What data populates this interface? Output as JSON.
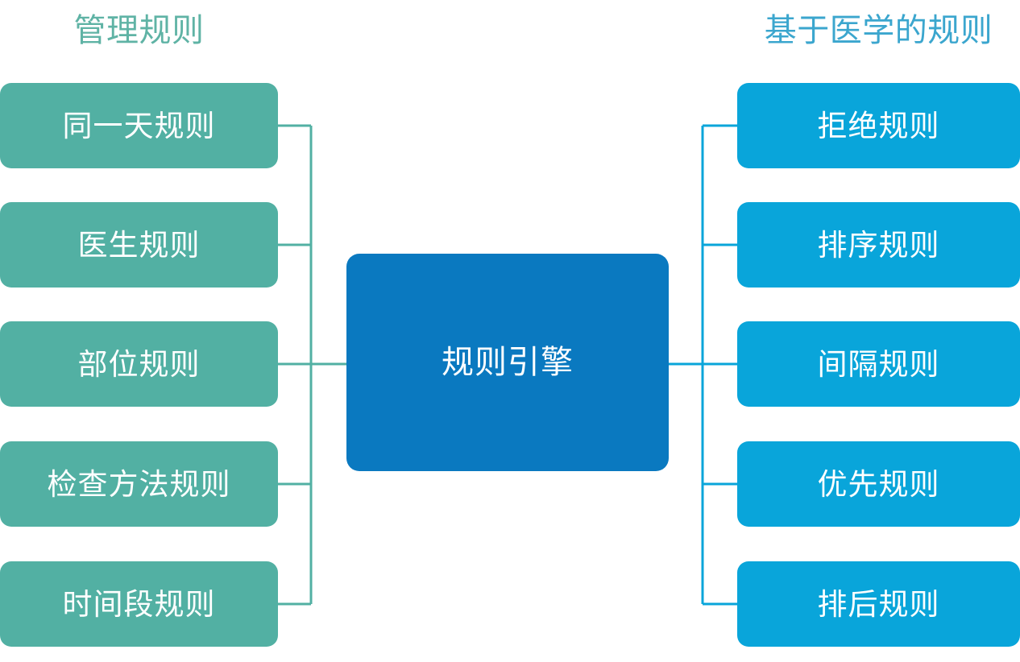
{
  "diagram": {
    "title": "规则引擎",
    "type": "mind-map",
    "center": {
      "label": "规则引擎",
      "color": "#0A79C0",
      "text_color": "#FFFFFF"
    },
    "left_column": {
      "header": "管理规则",
      "header_color": "#5FB3A5",
      "node_color": "#52B0A3",
      "connector_color": "#52B0A3",
      "items": [
        {
          "label": "同一天规则"
        },
        {
          "label": "医生规则"
        },
        {
          "label": "部位规则"
        },
        {
          "label": "检查方法规则"
        },
        {
          "label": "时间段规则"
        }
      ]
    },
    "right_column": {
      "header": "基于医学的规则",
      "header_color": "#3BA6CE",
      "node_color": "#09A5DA",
      "connector_color": "#09A5DA",
      "items": [
        {
          "label": "拒绝规则"
        },
        {
          "label": "排序规则"
        },
        {
          "label": "间隔规则"
        },
        {
          "label": "优先规则"
        },
        {
          "label": "排后规则"
        }
      ]
    }
  }
}
